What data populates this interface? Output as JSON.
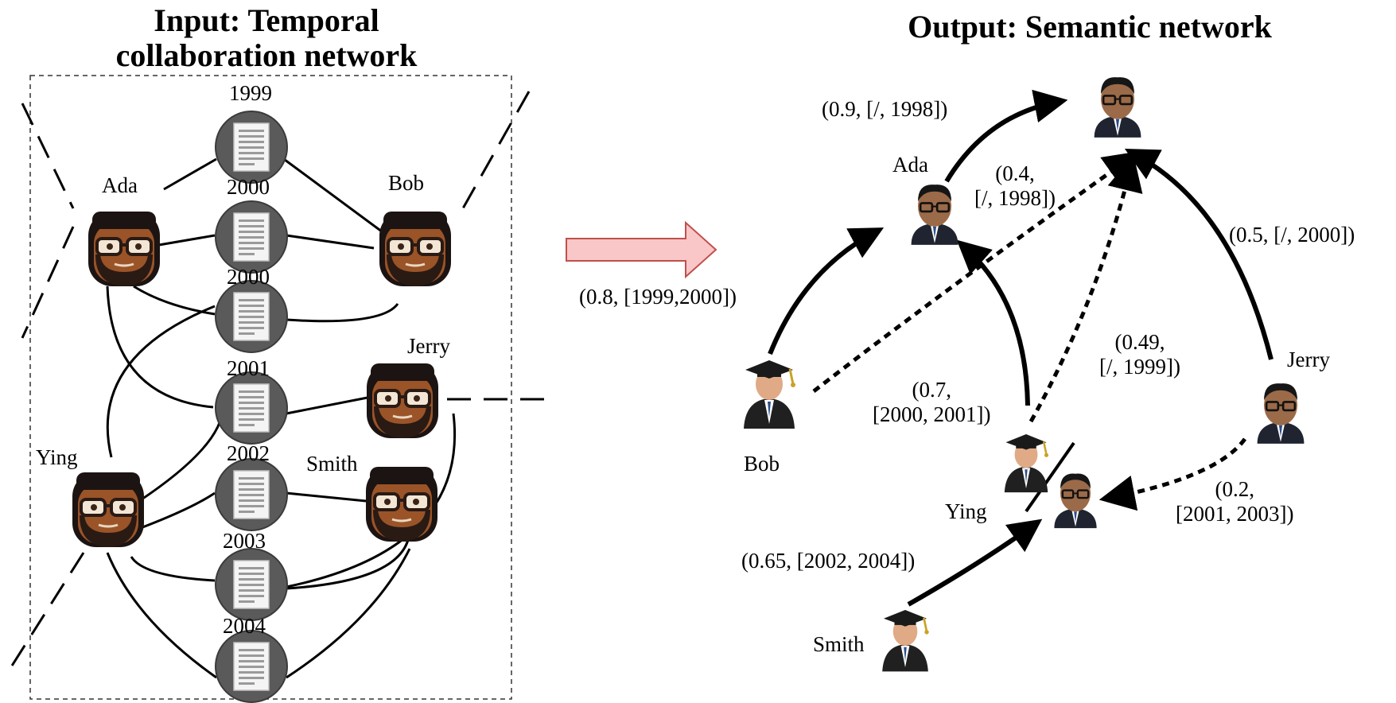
{
  "input": {
    "title_prefix": "Input:",
    "title_line1_rest": "Temporal",
    "title_line2": "collaboration network",
    "years": [
      "1999",
      "2000",
      "2000",
      "2001",
      "2002",
      "2003",
      "2004"
    ],
    "authors": [
      "Ada",
      "Bob",
      "Jerry",
      "Ying",
      "Smith"
    ]
  },
  "output": {
    "title_prefix": "Output:",
    "title_rest": "Semantic network",
    "nodes": [
      "Ada",
      "Bob",
      "Jerry",
      "Ying",
      "Smith"
    ],
    "edge_labels": {
      "ada_top": "(0.9, [/, 1998])",
      "bob_top_1": "(0.4,",
      "bob_top_2": "[/, 1998])",
      "jerry_top": "(0.5, [/, 2000])",
      "bob_ada": "(0.8, [1999,2000])",
      "ying_top_1": "(0.49,",
      "ying_top_2": "[/, 1999])",
      "ying_ada_1": "(0.7,",
      "ying_ada_2": "[2000, 2001])",
      "jerry_ying_1": "(0.2,",
      "jerry_ying_2": "[2001, 2003])",
      "smith_ying": "(0.65, [2002, 2004])"
    }
  },
  "colors": {
    "arrow_fill": "#f9c7c7",
    "arrow_stroke": "#c0504d",
    "paper_node": "#5a5a5a",
    "face_skin": "#8a4b24"
  },
  "icons": {
    "paper": "document-icon",
    "author_input": "bearded-face-icon",
    "author_output": "person-icon",
    "graduate": "graduate-icon"
  }
}
